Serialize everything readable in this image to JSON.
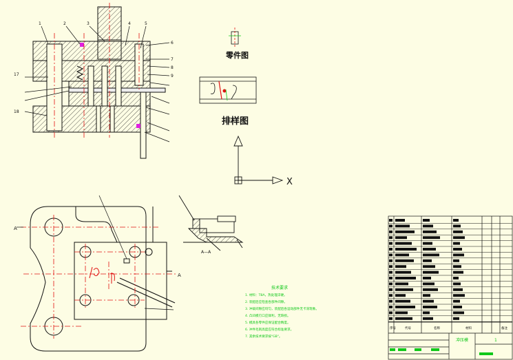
{
  "labels": {
    "part_drawing": "零件图",
    "strip_layout": "排样图",
    "axis_x": "X",
    "section": "A—A",
    "num_1": "1",
    "num_2": "2",
    "num_3": "3",
    "num_4": "4",
    "num_5": "5",
    "num_6": "6",
    "num_7": "7",
    "num_8": "8",
    "num_9": "9",
    "num_17": "17",
    "num_18": "18",
    "mark_A": "A"
  },
  "notes": {
    "title": "技术要求",
    "lines": [
      "1. 材料：T8A，热处理淬硬。",
      "2. 装配后应检查各部件间隙。",
      "3. 冲裁间隙应均匀，装配后各运动部件无卡滞现象。",
      "4. 凸凹模刃口应锋利，无缺损。",
      "5. 模具各零件应保证配合精度。",
      "6. 冲件毛刺高度应符合标准要求。",
      "7. 其余技术要求按\"GB\"。"
    ]
  },
  "title_block": {
    "col_no": "序号",
    "col_code": "代号",
    "col_name": "名称",
    "col_material": "材料",
    "col_note": "备注",
    "title": "冲压模",
    "sheet": "1"
  },
  "colors": {
    "background": "#fdfde4",
    "line": "#111111",
    "center": "#e01010",
    "hatch": "#333333",
    "note": "#10c81a",
    "magenta": "#e020e0"
  }
}
